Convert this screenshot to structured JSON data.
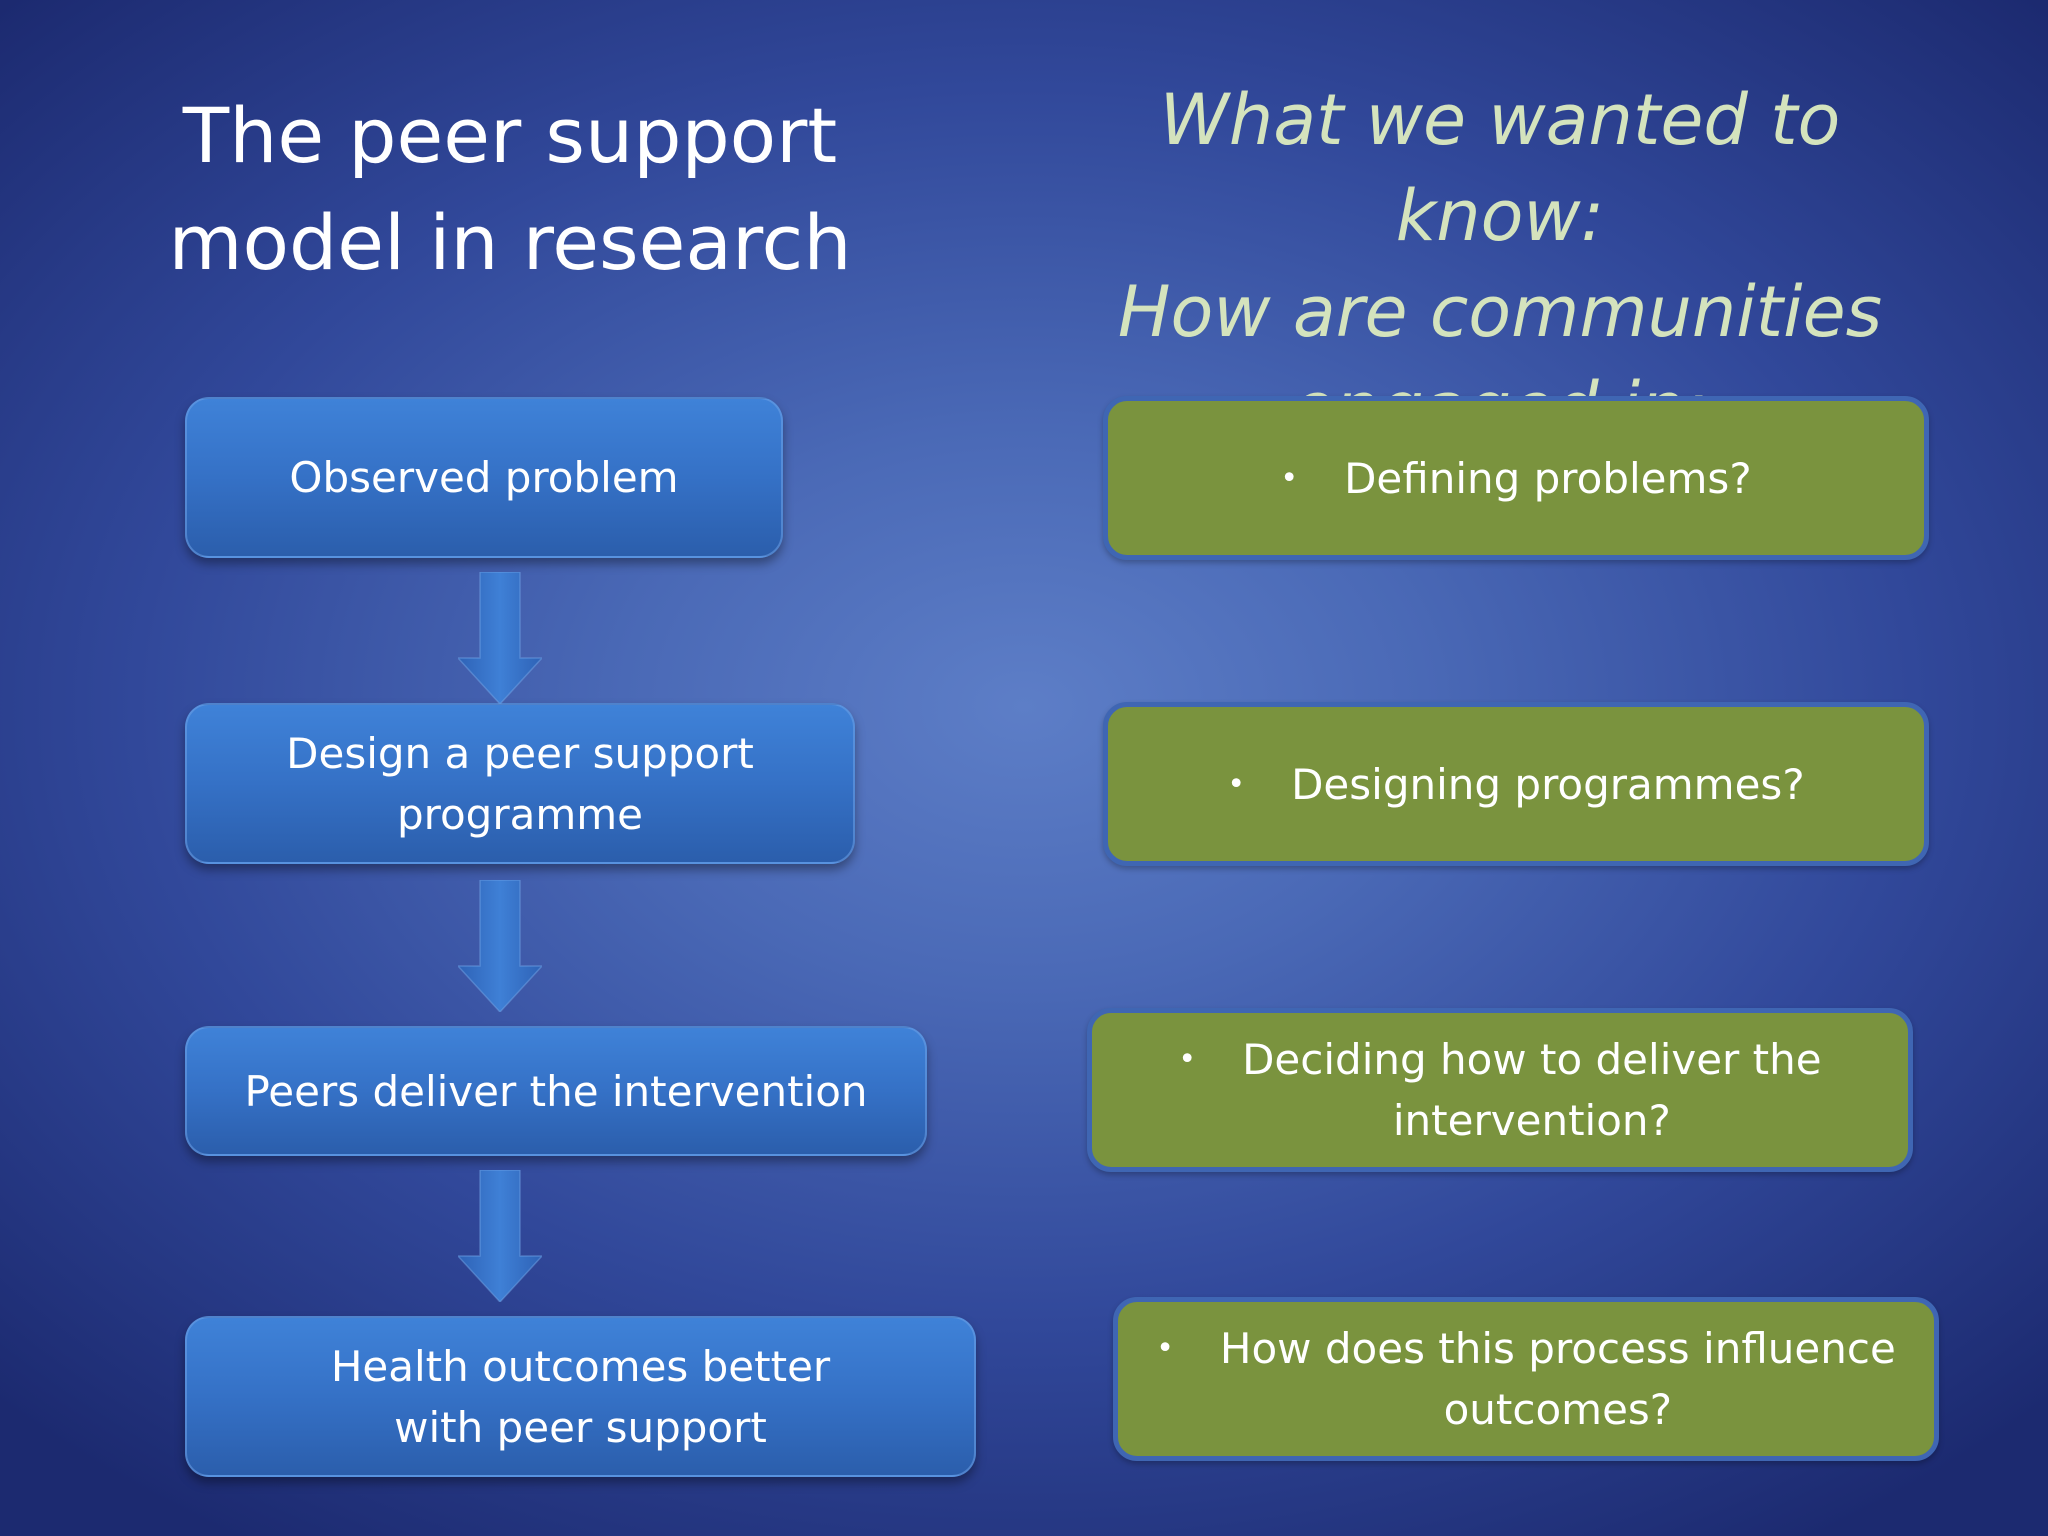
{
  "left_title": "The peer support\nmodel in research",
  "right_title": "What we wanted to know:\nHow are communities\nengaged in:",
  "flow_steps": [
    {
      "label": "Observed problem"
    },
    {
      "label": "Design a peer support\nprogramme"
    },
    {
      "label": "Peers deliver the intervention"
    },
    {
      "label": "Health outcomes better\nwith peer support"
    }
  ],
  "questions": [
    {
      "bullet": "•",
      "label": "Defining problems?"
    },
    {
      "bullet": "•",
      "label": "Designing programmes?"
    },
    {
      "bullet": "•",
      "label": "Deciding how to deliver the\nintervention?"
    },
    {
      "bullet": "•",
      "label": "How does this process influence\noutcomes?"
    }
  ],
  "colors": {
    "background": "#4a69b6",
    "flow_box": "#3571c6",
    "question_box": "#7a933e",
    "question_border": "#3f66b3",
    "right_title": "#d4e3bd"
  }
}
